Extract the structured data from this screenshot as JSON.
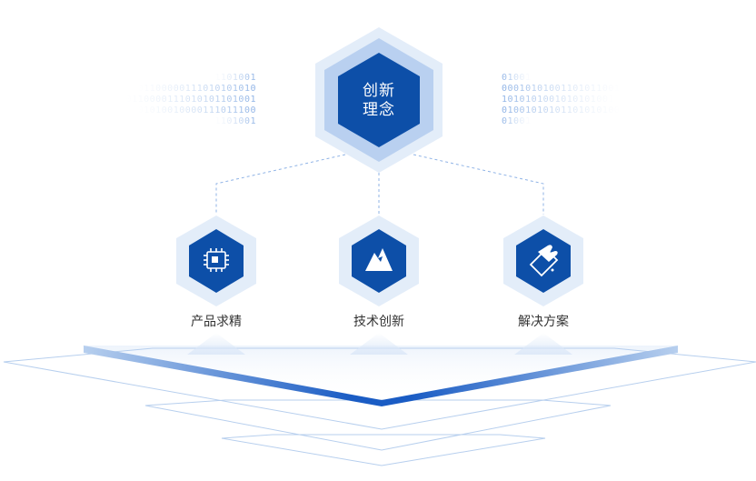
{
  "center": {
    "title_line1": "创新",
    "title_line2": "理念"
  },
  "nodes": [
    {
      "label": "产品求精",
      "icon": "chip-icon"
    },
    {
      "label": "技术创新",
      "icon": "mountain-icon"
    },
    {
      "label": "解决方案",
      "icon": "tablet-touch-icon"
    }
  ],
  "binary": {
    "left_rows": [
      "1101001",
      "01100000111010101010",
      "0110000111010101101001",
      "01010010000111011100",
      "1101001"
    ],
    "right_rows": [
      "01001",
      "00010101001101011001",
      "1010101001010101001",
      "01001010101101010100",
      "01001"
    ]
  },
  "colors": {
    "primary": "#0d4fa8",
    "accent": "#1e6fd9",
    "light": "#dbe8f8"
  }
}
